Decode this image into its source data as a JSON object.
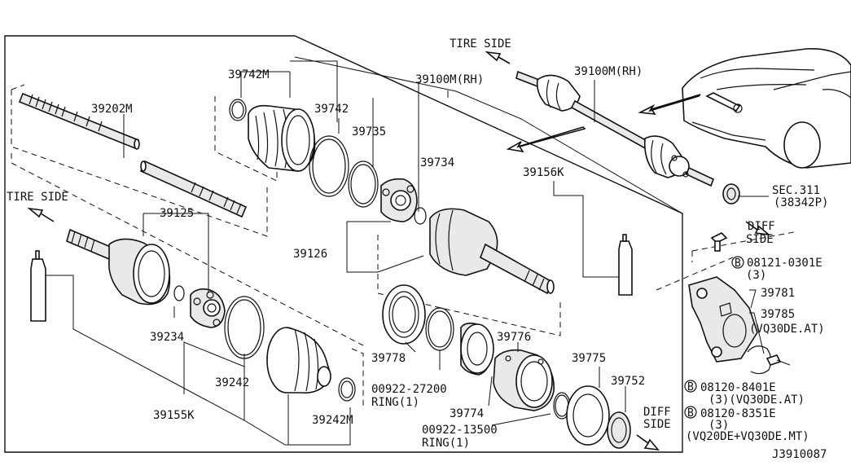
{
  "diagram": {
    "part_numbers": {
      "p39202m": "39202M",
      "p39742m": "39742M",
      "p39742": "39742",
      "p39735": "39735",
      "p39734": "39734",
      "p39100m_rh_top": "39100M(RH)",
      "p39100m_rh_car": "39100M(RH)",
      "p39156k": "39156K",
      "p39125": "39125",
      "p39126": "39126",
      "p39234": "39234",
      "p39242": "39242",
      "p39242m": "39242M",
      "p39155k": "39155K",
      "p39778": "39778",
      "p39776": "39776",
      "p39774": "39774",
      "p39775": "39775",
      "p39752": "39752",
      "p39781": "39781",
      "p39785": "39785",
      "p39785_note": "(VQ30DE.AT)",
      "ring1_num": "00922-27200",
      "ring1_text": "RING(1)",
      "ring2_num": "00922-13500",
      "ring2_text": "RING(1)",
      "sec311": "SEC.311",
      "sec311_sub": "(38342P)"
    },
    "side_labels": {
      "tire_side_top": "TIRE SIDE",
      "tire_side_left": "TIRE SIDE",
      "diff_side_right_1": "DIFF",
      "diff_side_right_2": "SIDE",
      "diff_side_bottom_1": "DIFF",
      "diff_side_bottom_2": "SIDE"
    },
    "bolts": {
      "b1_mark": "B",
      "b1_num": "08121-0301E",
      "b1_qty": "(3)",
      "b2_mark": "B",
      "b2_num": "08120-8401E",
      "b2_qty": "(3)(VQ30DE.AT)",
      "b3_mark": "B",
      "b3_num": "08120-8351E",
      "b3_qty": "(3)",
      "b3_note": "(VQ20DE+VQ30DE.MT)"
    },
    "diagram_code": "J3910087"
  }
}
